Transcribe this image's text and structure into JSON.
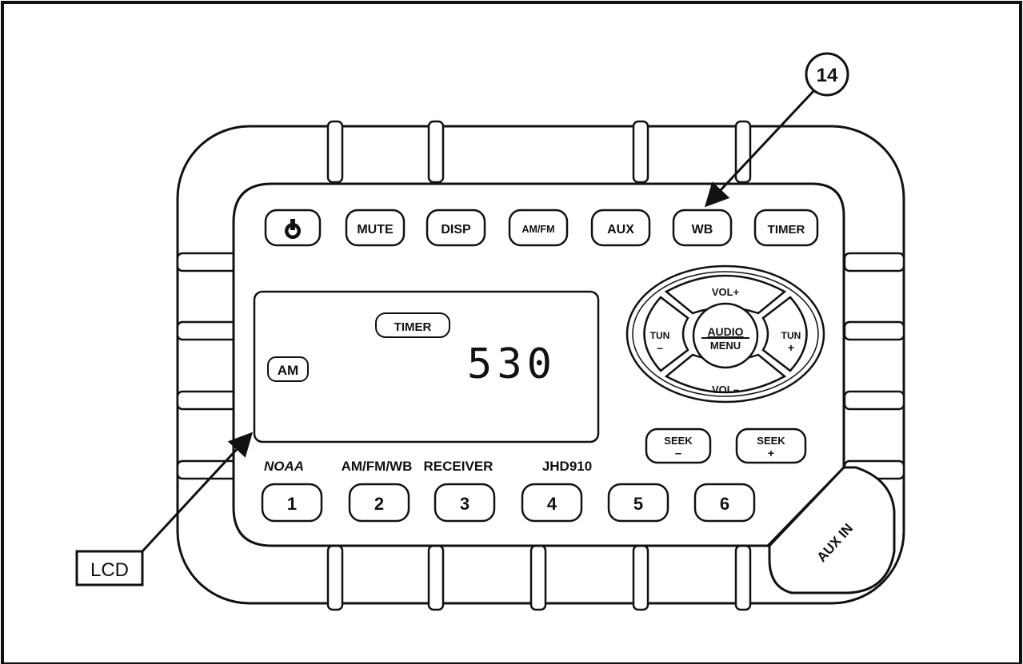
{
  "callouts": {
    "number_14": "14",
    "lcd_label": "LCD"
  },
  "top_buttons": {
    "power_icon": "power-icon",
    "mute": "MUTE",
    "disp": "DISP",
    "amfm": "AM/FM",
    "aux": "AUX",
    "wb": "WB",
    "timer": "TIMER"
  },
  "lcd": {
    "timer_indicator": "TIMER",
    "band_indicator": "AM",
    "frequency": "530"
  },
  "dpad": {
    "vol_up": "VOL+",
    "vol_down": "VOL–",
    "tun_minus": "TUN",
    "tun_minus_sign": "–",
    "tun_plus": "TUN",
    "tun_plus_sign": "+",
    "audio": "AUDIO",
    "menu": "MENU"
  },
  "seek": {
    "minus_label": "SEEK",
    "minus_sign": "–",
    "plus_label": "SEEK",
    "plus_sign": "+"
  },
  "model_text": {
    "noaa": "NOAA",
    "amfmwb": "AM/FM/WB",
    "receiver": "RECEIVER",
    "model": "JHD910"
  },
  "presets": [
    "1",
    "2",
    "3",
    "4",
    "5",
    "6"
  ],
  "aux_in": "AUX IN"
}
